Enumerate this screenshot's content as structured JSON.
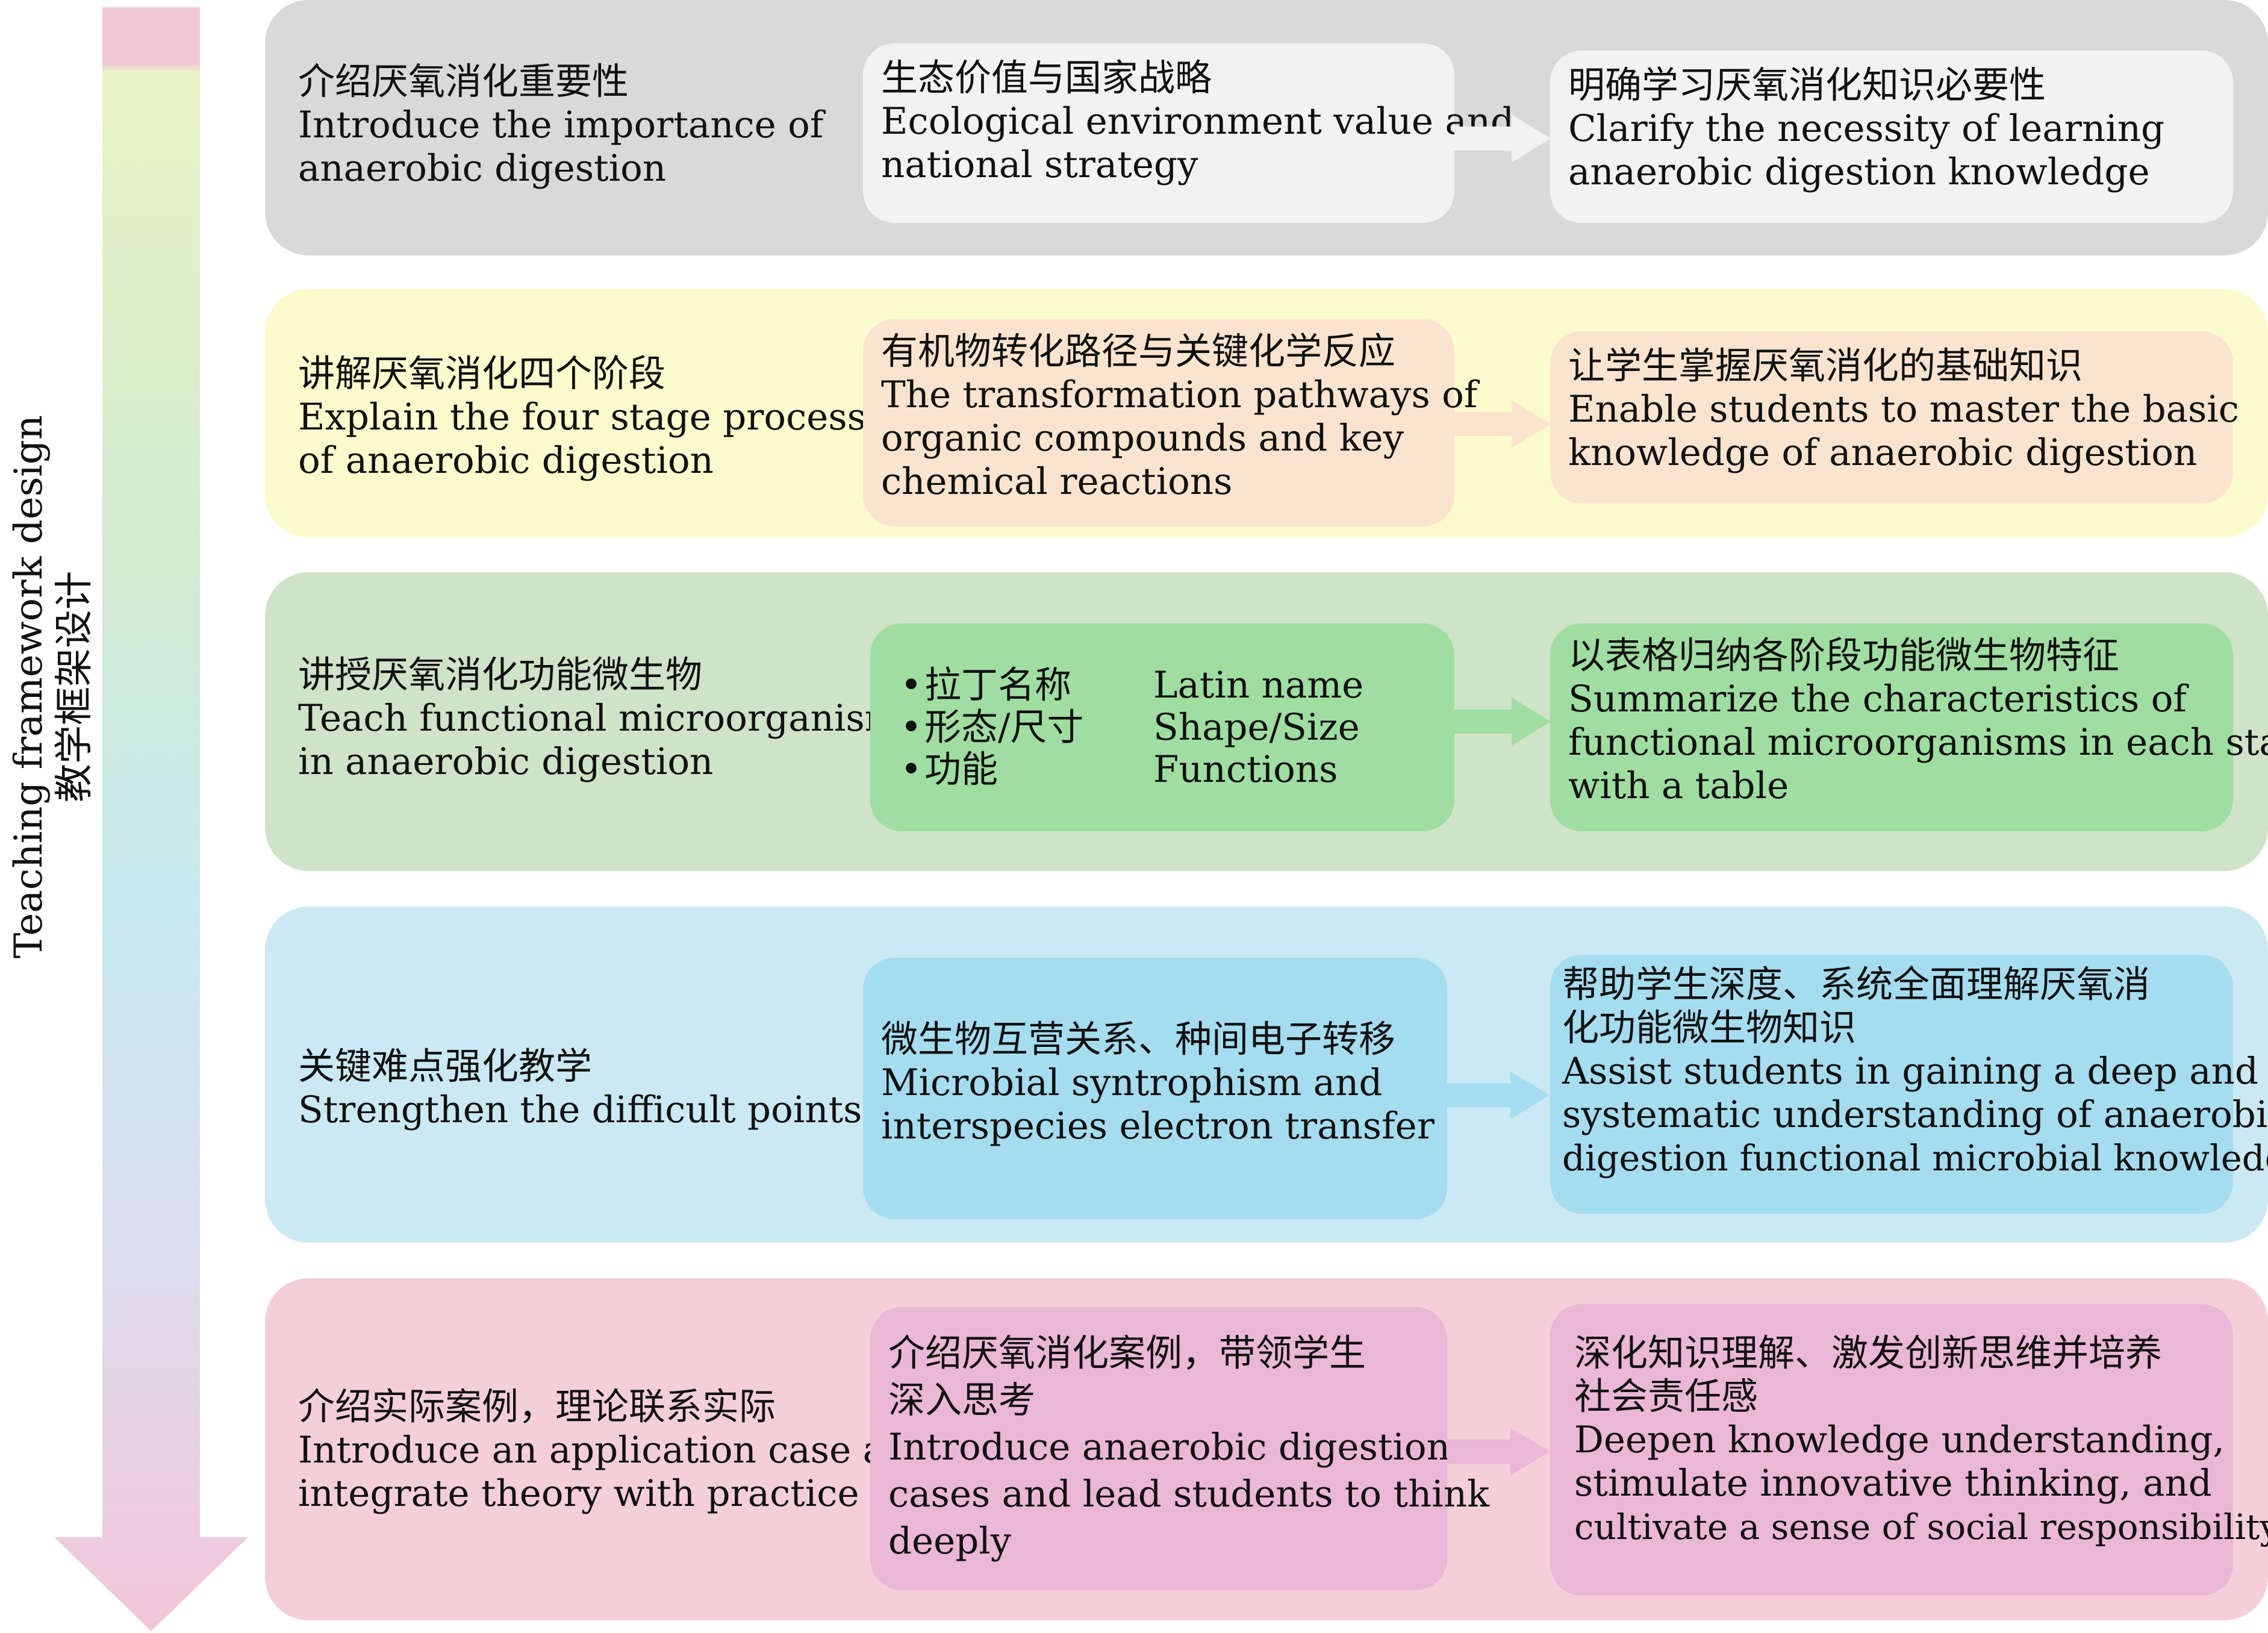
{
  "side_label": {
    "en": "Teaching framework design",
    "zh": "教学框架设计"
  },
  "colors": {
    "gray_band": "#d9d9d9",
    "gray_box": "#f2f2f2",
    "yellow_band": "#fbfbcd",
    "yellow_box": "#fbe4cf",
    "green_band": "#cfe3c9",
    "green_box": "#a0dda1",
    "blue_band": "#cbe9f3",
    "blue_box": "#a5dcf0",
    "pink_band": "#f4cfd9",
    "pink_box": "#ebb7d6"
  },
  "stages": [
    {
      "label": {
        "zh": "介绍厌氧消化重要性",
        "en1": "Introduce the importance of",
        "en2": "anaerobic digestion"
      },
      "content": {
        "zh": "生态价值与国家战略",
        "en1": "Ecological environment value and",
        "en2": "national strategy"
      },
      "goal": {
        "zh": "明确学习厌氧消化知识必要性",
        "en1": "Clarify the necessity of learning",
        "en2": "anaerobic digestion knowledge"
      }
    },
    {
      "label": {
        "zh": "讲解厌氧消化四个阶段",
        "en1": "Explain the four stage processes",
        "en2": "of anaerobic digestion"
      },
      "content": {
        "zh": "有机物转化路径与关键化学反应",
        "en1": "The transformation pathways of",
        "en2": "organic compounds and key",
        "en3": "chemical reactions"
      },
      "goal": {
        "zh": "让学生掌握厌氧消化的基础知识",
        "en1": "Enable students to master the basic",
        "en2": "knowledge of anaerobic digestion"
      }
    },
    {
      "label": {
        "zh": "讲授厌氧消化功能微生物",
        "en1": "Teach functional microorganisms",
        "en2": "in anaerobic digestion"
      },
      "content": {
        "bullet": "•",
        "items": [
          {
            "zh": "拉丁名称",
            "en": "Latin name"
          },
          {
            "zh": "形态/尺寸",
            "en": "Shape/Size"
          },
          {
            "zh": "功能",
            "en": "Functions"
          }
        ]
      },
      "goal": {
        "zh": "以表格归纳各阶段功能微生物特征",
        "en1": "Summarize the characteristics of",
        "en2": "functional microorganisms in each stage",
        "en3": "with a table"
      }
    },
    {
      "label": {
        "zh": "关键难点强化教学",
        "en1": "Strengthen the difficult points"
      },
      "content": {
        "zh": "微生物互营关系、种间电子转移",
        "en1": "Microbial syntrophism and",
        "en2": "interspecies electron transfer"
      },
      "goal": {
        "zh1": "帮助学生深度、系统全面理解厌氧消",
        "zh2": "化功能微生物知识",
        "en1": "Assist students in gaining a deep and",
        "en2": "systematic understanding of anaerobic",
        "en3": "digestion functional microbial knowledge"
      }
    },
    {
      "label": {
        "zh": "介绍实际案例，理论联系实际",
        "en1": "Introduce an application case and",
        "en2": "integrate theory with practice"
      },
      "content": {
        "zh1": "介绍厌氧消化案例，带领学生",
        "zh2": "深入思考",
        "en1": "Introduce anaerobic digestion",
        "en2": "cases and lead students to think",
        "en3": "deeply"
      },
      "goal": {
        "zh1": "深化知识理解、激发创新思维并培养",
        "zh2": "社会责任感",
        "en1": "Deepen knowledge understanding,",
        "en2": "stimulate innovative thinking, and",
        "en3": "cultivate a sense of social responsibility"
      }
    }
  ]
}
